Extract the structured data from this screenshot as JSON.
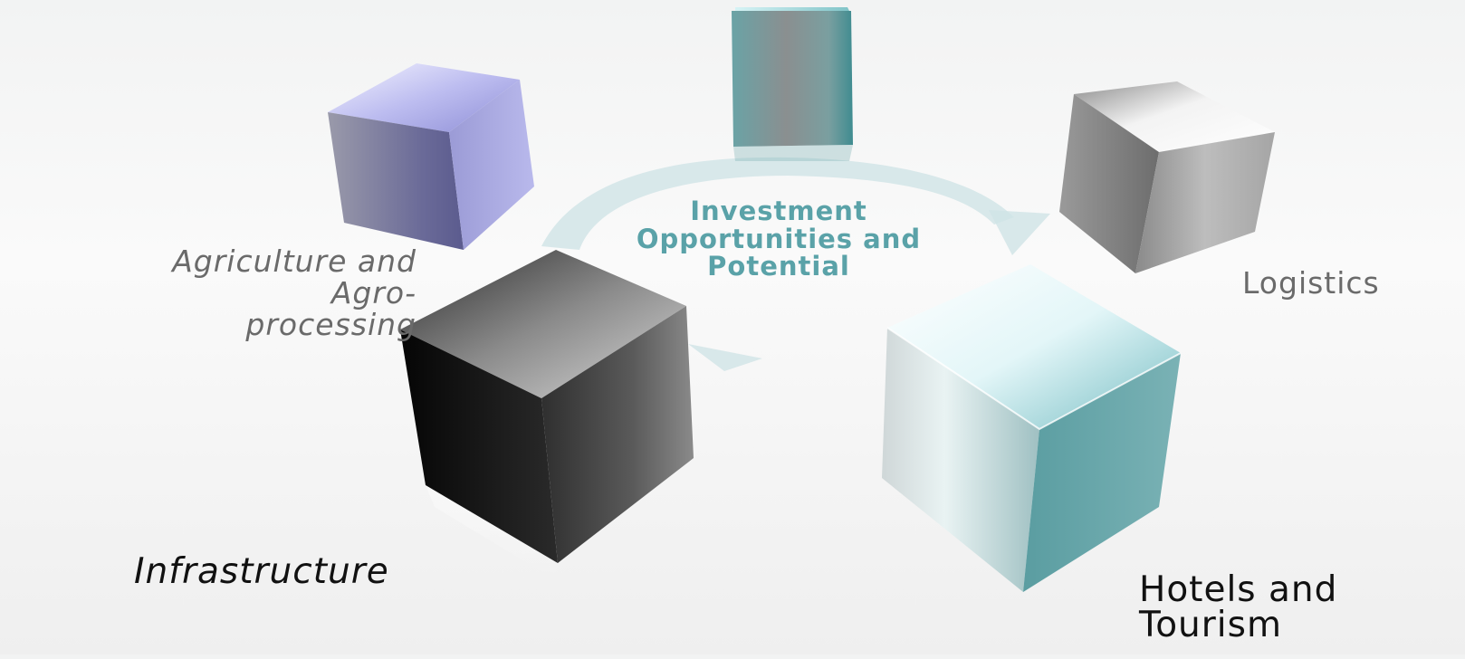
{
  "center": {
    "title": "Investment\nOpportunities and\nPotential"
  },
  "sectors": [
    {
      "label": "Agriculture and\nAgro-\nprocessing",
      "color": "#9a9ad8"
    },
    {
      "label": "Infrastructure",
      "color": "#1a1a1a"
    },
    {
      "label": "",
      "color": "#6aa3a6"
    },
    {
      "label": "Logistics",
      "color": "#a0a0a0"
    },
    {
      "label": "Hotels and\nTourism",
      "color": "#8cc7cc"
    }
  ],
  "colors": {
    "arrow": "#cfe3e6",
    "title": "#5aa2a8"
  }
}
